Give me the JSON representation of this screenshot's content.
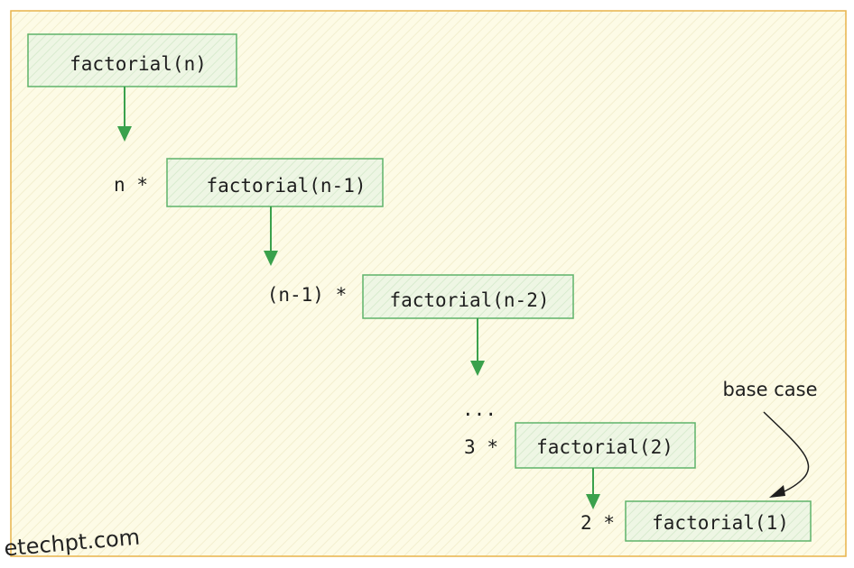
{
  "diagram": {
    "nodes": [
      {
        "label": "factorial(n)",
        "prefix": ""
      },
      {
        "label": "factorial(n-1)",
        "prefix": "n *"
      },
      {
        "label": "factorial(n-2)",
        "prefix": "(n-1) *"
      },
      {
        "label": "factorial(2)",
        "prefix": "3 *"
      },
      {
        "label": "factorial(1)",
        "prefix": "2 *"
      }
    ],
    "ellipsis": "...",
    "annotation": "base case",
    "watermark": "etechpt.com"
  },
  "colors": {
    "frame": "#e8b34a",
    "background": "#fdfbe6",
    "box": "#5fb36a",
    "arrow": "#3aa14c"
  }
}
